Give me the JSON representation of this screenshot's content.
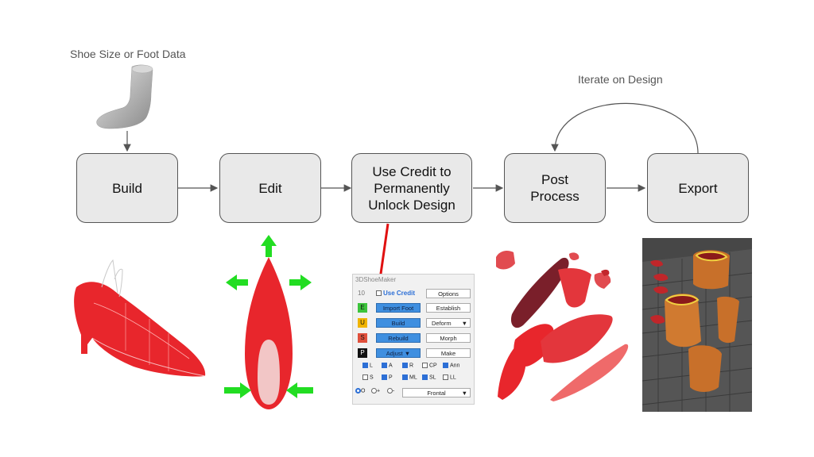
{
  "input_label": "Shoe Size or Foot Data",
  "loop_label": "Iterate on Design",
  "steps": [
    {
      "label": "Build"
    },
    {
      "label": "Edit"
    },
    {
      "label": "Use Credit to Permanently Unlock Design"
    },
    {
      "label": "Post Process"
    },
    {
      "label": "Export"
    }
  ],
  "panel": {
    "title": "3DShoeMaker",
    "credit_count": "10",
    "use_credit": "Use Credit",
    "options": "Options",
    "rows": [
      {
        "key": "E",
        "action": "Import Foot",
        "side": "Establish",
        "color": "#3cc43c"
      },
      {
        "key": "U",
        "action": "Build",
        "side": "Deform",
        "color": "#f0b400"
      },
      {
        "key": "S",
        "action": "Rebuild",
        "side": "Morph",
        "color": "#e0503c"
      },
      {
        "key": "P",
        "action": "Adjust",
        "side": "Make",
        "color": "#111111"
      }
    ],
    "checks_row1": [
      {
        "label": "L",
        "on": true
      },
      {
        "label": "A",
        "on": true
      },
      {
        "label": "R",
        "on": true
      },
      {
        "label": "CP",
        "on": false
      },
      {
        "label": "Ann",
        "on": true
      }
    ],
    "checks_row2": [
      {
        "label": "S",
        "on": false
      },
      {
        "label": "P",
        "on": true
      },
      {
        "label": "ML",
        "on": true
      },
      {
        "label": "SL",
        "on": true
      },
      {
        "label": "LL",
        "on": false
      }
    ],
    "radios": [
      "O",
      "+",
      "-"
    ],
    "view": "Frontal"
  },
  "colors": {
    "arrow_red": "#e01010",
    "arrow_green": "#22dd22",
    "shoe_red": "#e8262c"
  }
}
